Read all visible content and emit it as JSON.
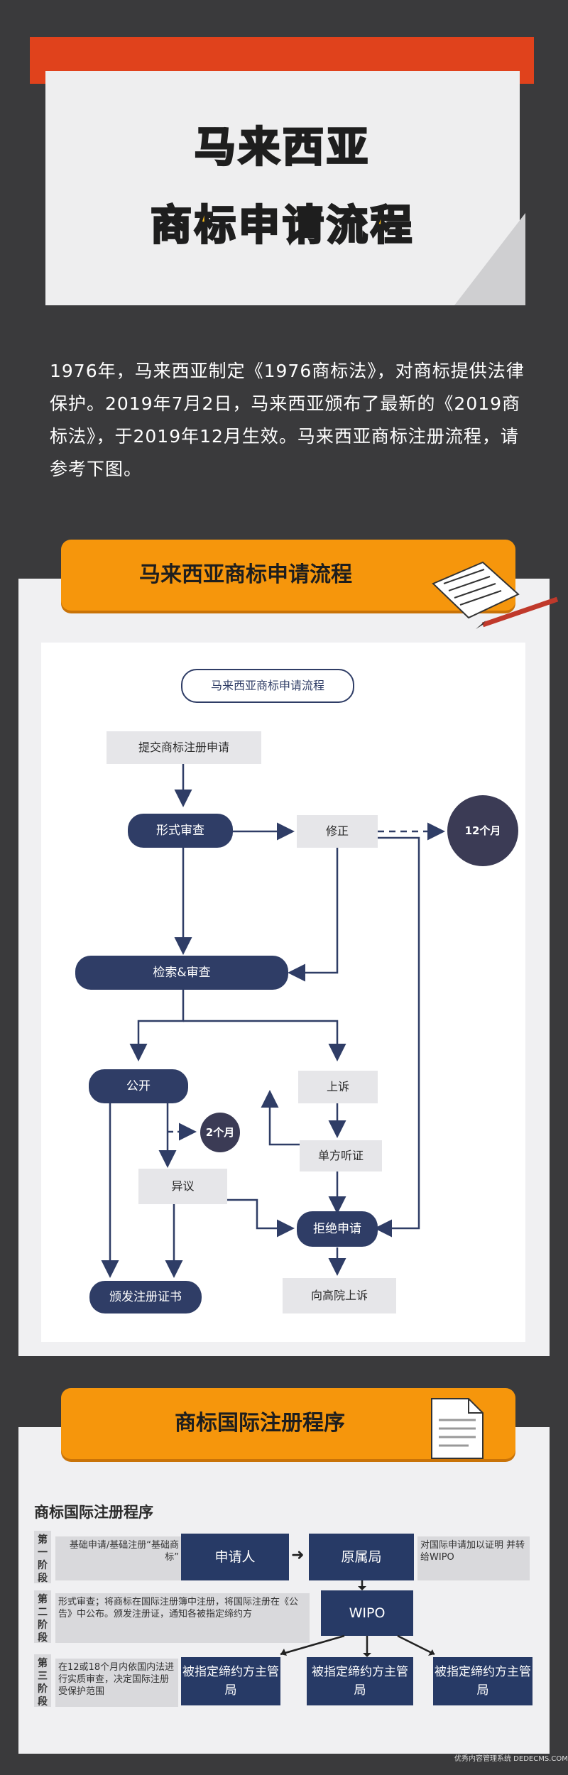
{
  "header": {
    "title_line1": "马来西亚",
    "title_line2": "商标申请流程"
  },
  "intro": "1976年，马来西亚制定《1976商标法》，对商标提供法律保护。2019年7月2日，马来西亚颁布了最新的《2019商标法》，于2019年12月生效。马来西亚商标注册流程，请参考下图。",
  "section1": {
    "tab_label": "马来西亚商标申请流程",
    "icon": "notebook-pencil-icon",
    "flow": {
      "title": "马来西亚商标申请流程",
      "submit": "提交商标注册申请",
      "formal_exam": "形式审查",
      "amend": "修正",
      "months12": "12个月",
      "search_exam": "检索&审查",
      "publish": "公开",
      "appeal": "上诉",
      "months2": "2个月",
      "ex_parte": "单方听证",
      "opposition": "异议",
      "refuse": "拒绝申请",
      "certificate": "颁发注册证书",
      "high_court": "向高院上诉"
    }
  },
  "section2": {
    "tab_label": "商标国际注册程序",
    "icon": "document-icon",
    "chart": {
      "title": "商标国际注册程序",
      "stage1": "第一阶段",
      "stage2": "第二阶段",
      "stage3": "第三阶段",
      "basic_app": "基础申请/基础注册“基础商标”",
      "applicant": "申请人",
      "office_origin": "原属局",
      "certify": "对国际申请加以证明 并转给WIPO",
      "formal_review": "形式审查；将商标在国际注册簿中注册，将国际注册在《公告》中公布。颁发注册证，通知各被指定缔约方",
      "wipo": "WIPO",
      "substantive": "在12或18个月内依国内法进行实质审查，决定国际注册受保护范围",
      "designated1": "被指定缔约方主管局",
      "designated2": "被指定缔约方主管局",
      "designated3": "被指定缔约方主管局"
    }
  },
  "watermark": "优秀内容管理系统 DEDECMS.COM"
}
